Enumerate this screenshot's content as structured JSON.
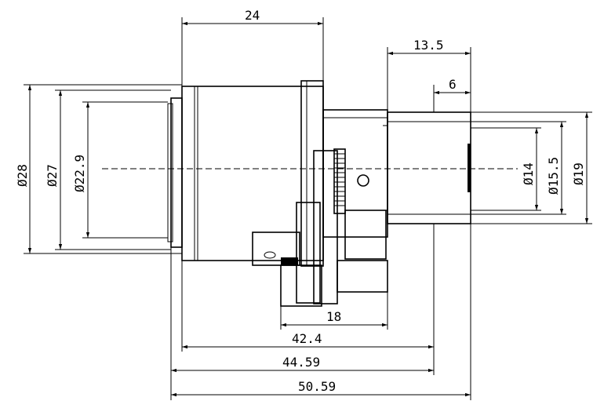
{
  "dimensions": {
    "top_length": "24",
    "rear_length": "13.5",
    "rear_short": "6",
    "dia_outer": "Ø28",
    "dia_barrel": "Ø27",
    "dia_front_inner": "Ø22.9",
    "dia_rear_inner": "Ø14",
    "dia_rear_mid": "Ø15.5",
    "dia_rear_outer": "Ø19",
    "bottom_18": "18",
    "bottom_42": "42.4",
    "bottom_44": "44.59",
    "bottom_50": "50.59"
  }
}
